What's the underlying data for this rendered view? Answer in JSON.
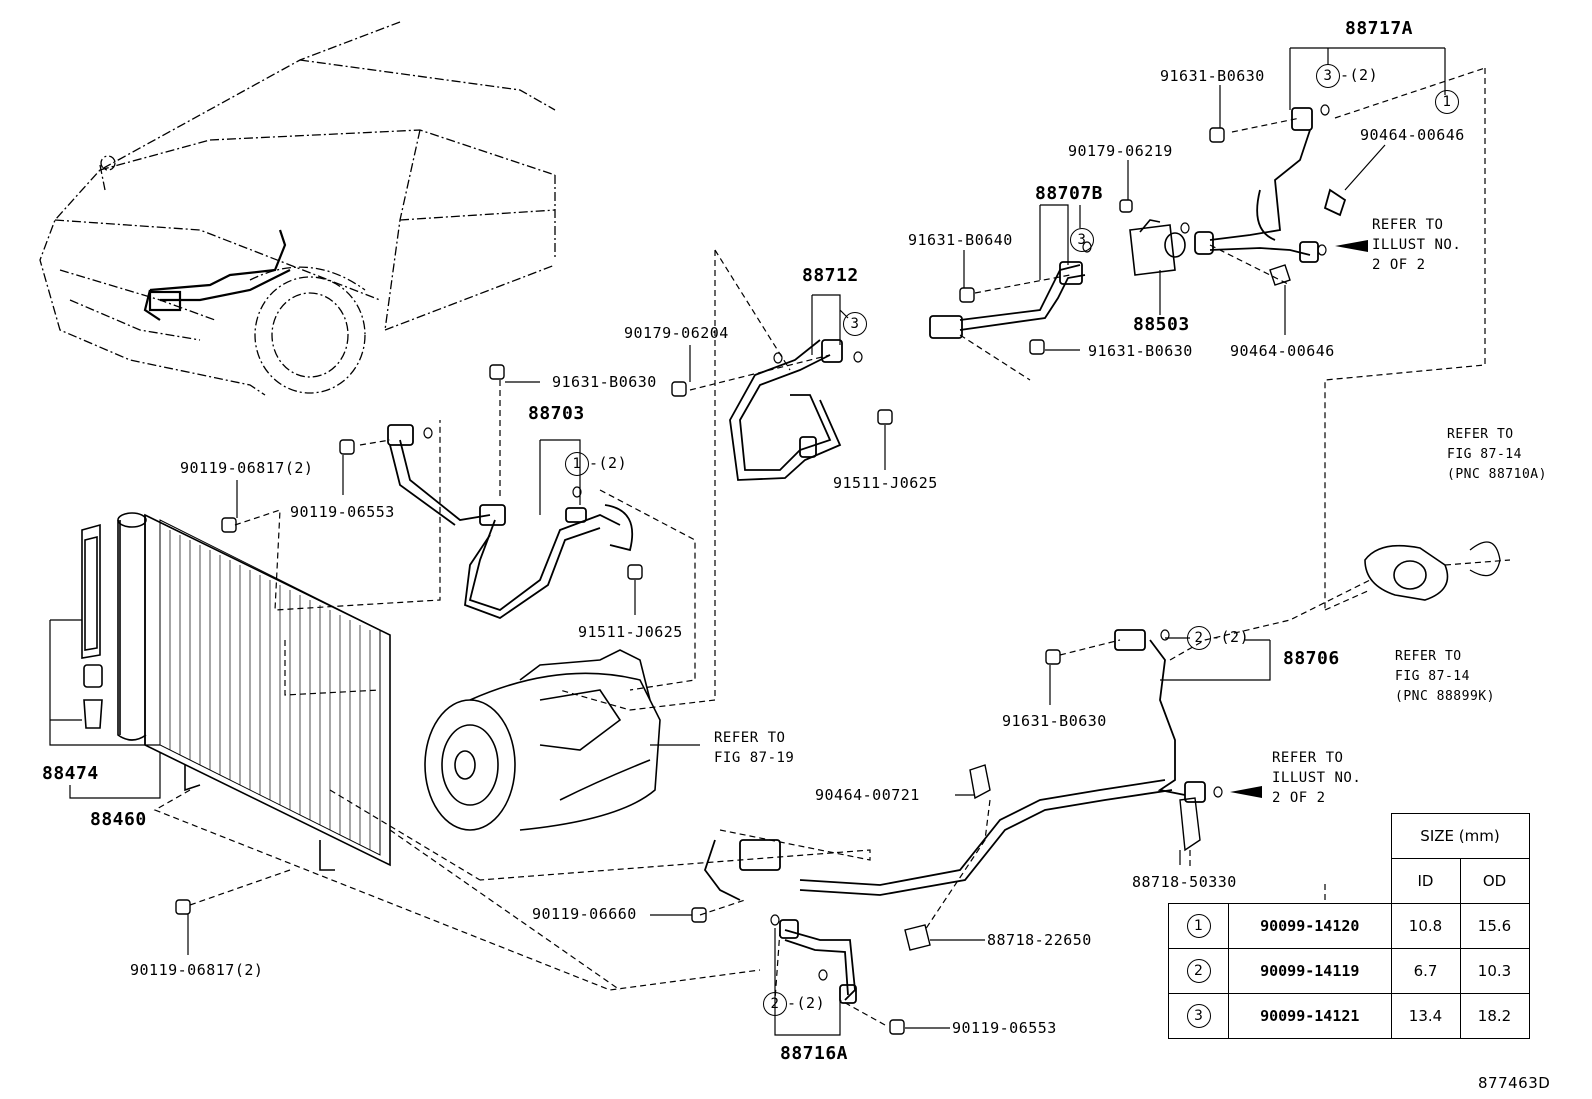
{
  "diagram_id": "877463D",
  "parts": {
    "p88717A": "88717A",
    "p91631_B0630_a": "91631-B0630",
    "circ3_2_top": "-(2)",
    "p90464_00646_a": "90464-00646",
    "p90179_06219": "90179-06219",
    "p88707B": "88707B",
    "p91631_B0640": "91631-B0640",
    "p88712": "88712",
    "p88503": "88503",
    "p91631_B0630_b": "91631-B0630",
    "p90464_00646_b": "90464-00646",
    "p90179_06204": "90179-06204",
    "p91631_B0630_c": "91631-B0630",
    "p88703": "88703",
    "circ1_2": "-(2)",
    "p91511_J0625_a": "91511-J0625",
    "p90119_06817_a": "90119-06817(2)",
    "p90119_06553_a": "90119-06553",
    "p91511_J0625_b": "91511-J0625",
    "p88474": "88474",
    "p88460": "88460",
    "p88706": "88706",
    "circ2_2_right": "-(2)",
    "p91631_B0630_d": "91631-B0630",
    "p90464_00721": "90464-00721",
    "p88718_50330": "88718-50330",
    "p90119_06660": "90119-06660",
    "p88718_22650": "88718-22650",
    "p90119_06553_b": "90119-06553",
    "p88716A": "88716A",
    "circ2_2_bottom": "-(2)",
    "p90119_06817_b": "90119-06817(2)"
  },
  "circle_numbers": {
    "one": "1",
    "two": "2",
    "three": "3"
  },
  "refs": {
    "illust_top": [
      "REFER TO",
      "ILLUST NO.",
      "2 OF 2"
    ],
    "illust_mid": [
      "REFER TO",
      "ILLUST NO.",
      "2 OF 2"
    ],
    "fig_87_14_a": [
      "REFER TO",
      "FIG 87-14",
      "(PNC 88710A)"
    ],
    "fig_87_14_b": [
      "REFER TO",
      "FIG 87-14",
      "(PNC 88899K)"
    ],
    "fig_87_19": [
      "REFER TO",
      "FIG 87-19"
    ]
  },
  "size_table": {
    "header": "SIZE (mm)",
    "col_id": "ID",
    "col_od": "OD",
    "rows": [
      {
        "num": "1",
        "part": "90099-14120",
        "id": "10.8",
        "od": "15.6"
      },
      {
        "num": "2",
        "part": "90099-14119",
        "id": "6.7",
        "od": "10.3"
      },
      {
        "num": "3",
        "part": "90099-14121",
        "id": "13.4",
        "od": "18.2"
      }
    ]
  }
}
